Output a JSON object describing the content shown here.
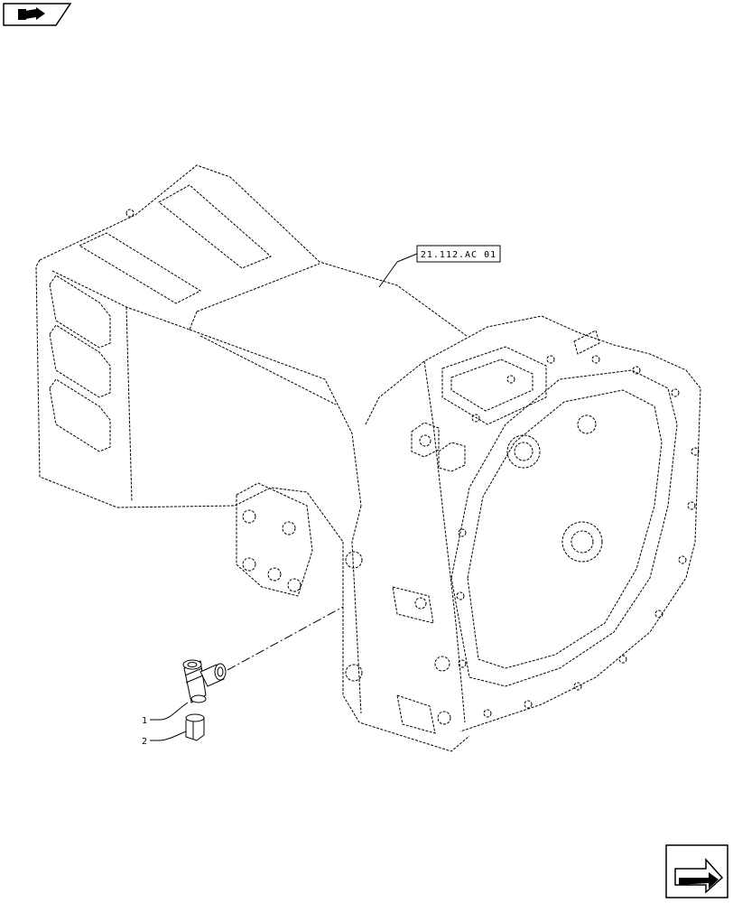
{
  "diagram": {
    "reference_label": "21.112.AC 01",
    "callouts": [
      {
        "id": "1",
        "part": "elbow-fitting"
      },
      {
        "id": "2",
        "part": "nut"
      }
    ]
  },
  "icons": {
    "top_left": "book-arrow-icon",
    "bottom_right": "next-page-arrow-icon"
  },
  "colors": {
    "line": "#000000",
    "background": "#ffffff"
  }
}
